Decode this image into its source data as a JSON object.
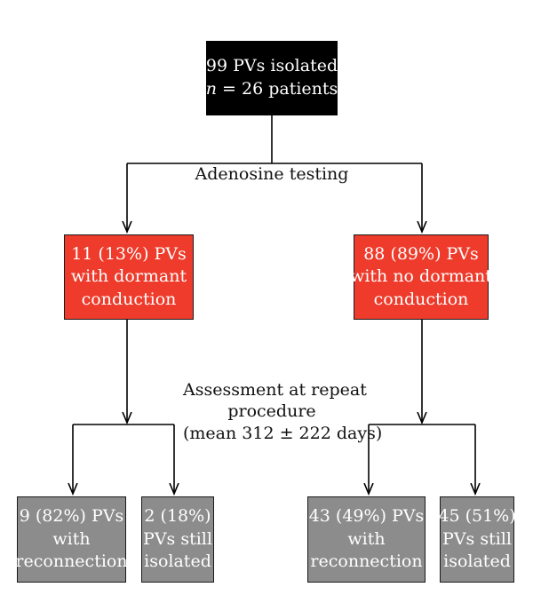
{
  "root": {
    "line1": "99 PVs isolated",
    "line2_prefix": "(",
    "line2_italic": "n",
    "line2_rest": " = 26 patients)"
  },
  "adenosine_label": "Adenosine testing",
  "dormant": {
    "line1": "11 (13%) PVs",
    "line2": "with dormant",
    "line3": "conduction"
  },
  "no_dormant": {
    "line1": "88 (89%) PVs",
    "line2": "with no dormant",
    "line3": "conduction"
  },
  "assessment_label": {
    "line1": "Assessment at repeat",
    "line2": "procedure",
    "line3": "(mean 312 ± 222 days)"
  },
  "left_reconnection": {
    "line1": "9 (82%) PVs",
    "line2": "with",
    "line3": "reconnection"
  },
  "left_isolated": {
    "line1": "2 (18%)",
    "line2": "PVs still",
    "line3": "isolated"
  },
  "right_reconnection": {
    "line1": "43 (49%) PVs",
    "line2": "with",
    "line3": "reconnection"
  },
  "right_isolated": {
    "line1": "45 (51%)",
    "line2": "PVs still",
    "line3": "isolated"
  },
  "colors": {
    "root_fill": "#000000",
    "red_fill": "#ee3b2b",
    "gray_fill": "#8c8c8c",
    "text_light": "#ffffff",
    "line": "#000000"
  }
}
